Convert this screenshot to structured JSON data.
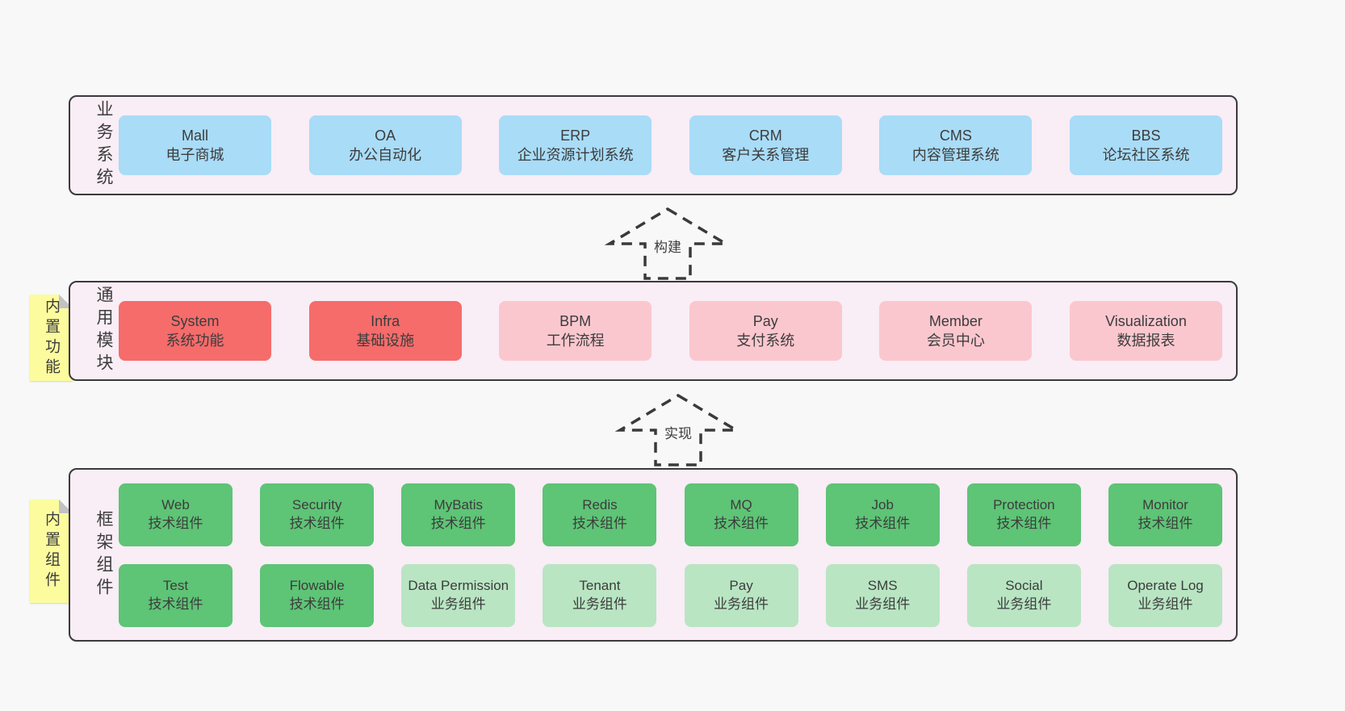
{
  "colors": {
    "page-bg": "#f8f8f8",
    "section-bg": "#f9edf6",
    "border": "#3a3a3a",
    "text": "#3c3c3c",
    "blue": "#a9dcf7",
    "red": "#f56c6b",
    "pink": "#fbc7ce",
    "green": "#5ec476",
    "lightgreen": "#b9e5c3",
    "sticky": "#fcfc9e",
    "fold": "#c2c2c2"
  },
  "arrows": [
    {
      "label": "构建"
    },
    {
      "label": "实现"
    }
  ],
  "sections": [
    {
      "label": "业务系统",
      "sticky": null,
      "rows": [
        [
          {
            "en": "Mall",
            "zh": "电子商城",
            "type": "blue"
          },
          {
            "en": "OA",
            "zh": "办公自动化",
            "type": "blue"
          },
          {
            "en": "ERP",
            "zh": "企业资源计划系统",
            "type": "blue"
          },
          {
            "en": "CRM",
            "zh": "客户关系管理",
            "type": "blue"
          },
          {
            "en": "CMS",
            "zh": "内容管理系统",
            "type": "blue"
          },
          {
            "en": "BBS",
            "zh": "论坛社区系统",
            "type": "blue"
          }
        ]
      ]
    },
    {
      "label": "通用模块",
      "sticky": "内置功能",
      "rows": [
        [
          {
            "en": "System",
            "zh": "系统功能",
            "type": "red"
          },
          {
            "en": "Infra",
            "zh": "基础设施",
            "type": "red"
          },
          {
            "en": "BPM",
            "zh": "工作流程",
            "type": "pink"
          },
          {
            "en": "Pay",
            "zh": "支付系统",
            "type": "pink"
          },
          {
            "en": "Member",
            "zh": "会员中心",
            "type": "pink"
          },
          {
            "en": "Visualization",
            "zh": "数据报表",
            "type": "pink"
          }
        ]
      ]
    },
    {
      "label": "框架组件",
      "sticky": "内置组件",
      "rows": [
        [
          {
            "en": "Web",
            "zh": "技术组件",
            "type": "green"
          },
          {
            "en": "Security",
            "zh": "技术组件",
            "type": "green"
          },
          {
            "en": "MyBatis",
            "zh": "技术组件",
            "type": "green"
          },
          {
            "en": "Redis",
            "zh": "技术组件",
            "type": "green"
          },
          {
            "en": "MQ",
            "zh": "技术组件",
            "type": "green"
          },
          {
            "en": "Job",
            "zh": "技术组件",
            "type": "green"
          },
          {
            "en": "Protection",
            "zh": "技术组件",
            "type": "green"
          },
          {
            "en": "Monitor",
            "zh": "技术组件",
            "type": "green"
          }
        ],
        [
          {
            "en": "Test",
            "zh": "技术组件",
            "type": "green"
          },
          {
            "en": "Flowable",
            "zh": "技术组件",
            "type": "green"
          },
          {
            "en": "Data Permission",
            "zh": "业务组件",
            "type": "lightgreen"
          },
          {
            "en": "Tenant",
            "zh": "业务组件",
            "type": "lightgreen"
          },
          {
            "en": "Pay",
            "zh": "业务组件",
            "type": "lightgreen"
          },
          {
            "en": "SMS",
            "zh": "业务组件",
            "type": "lightgreen"
          },
          {
            "en": "Social",
            "zh": "业务组件",
            "type": "lightgreen"
          },
          {
            "en": "Operate Log",
            "zh": "业务组件",
            "type": "lightgreen"
          }
        ]
      ]
    }
  ]
}
